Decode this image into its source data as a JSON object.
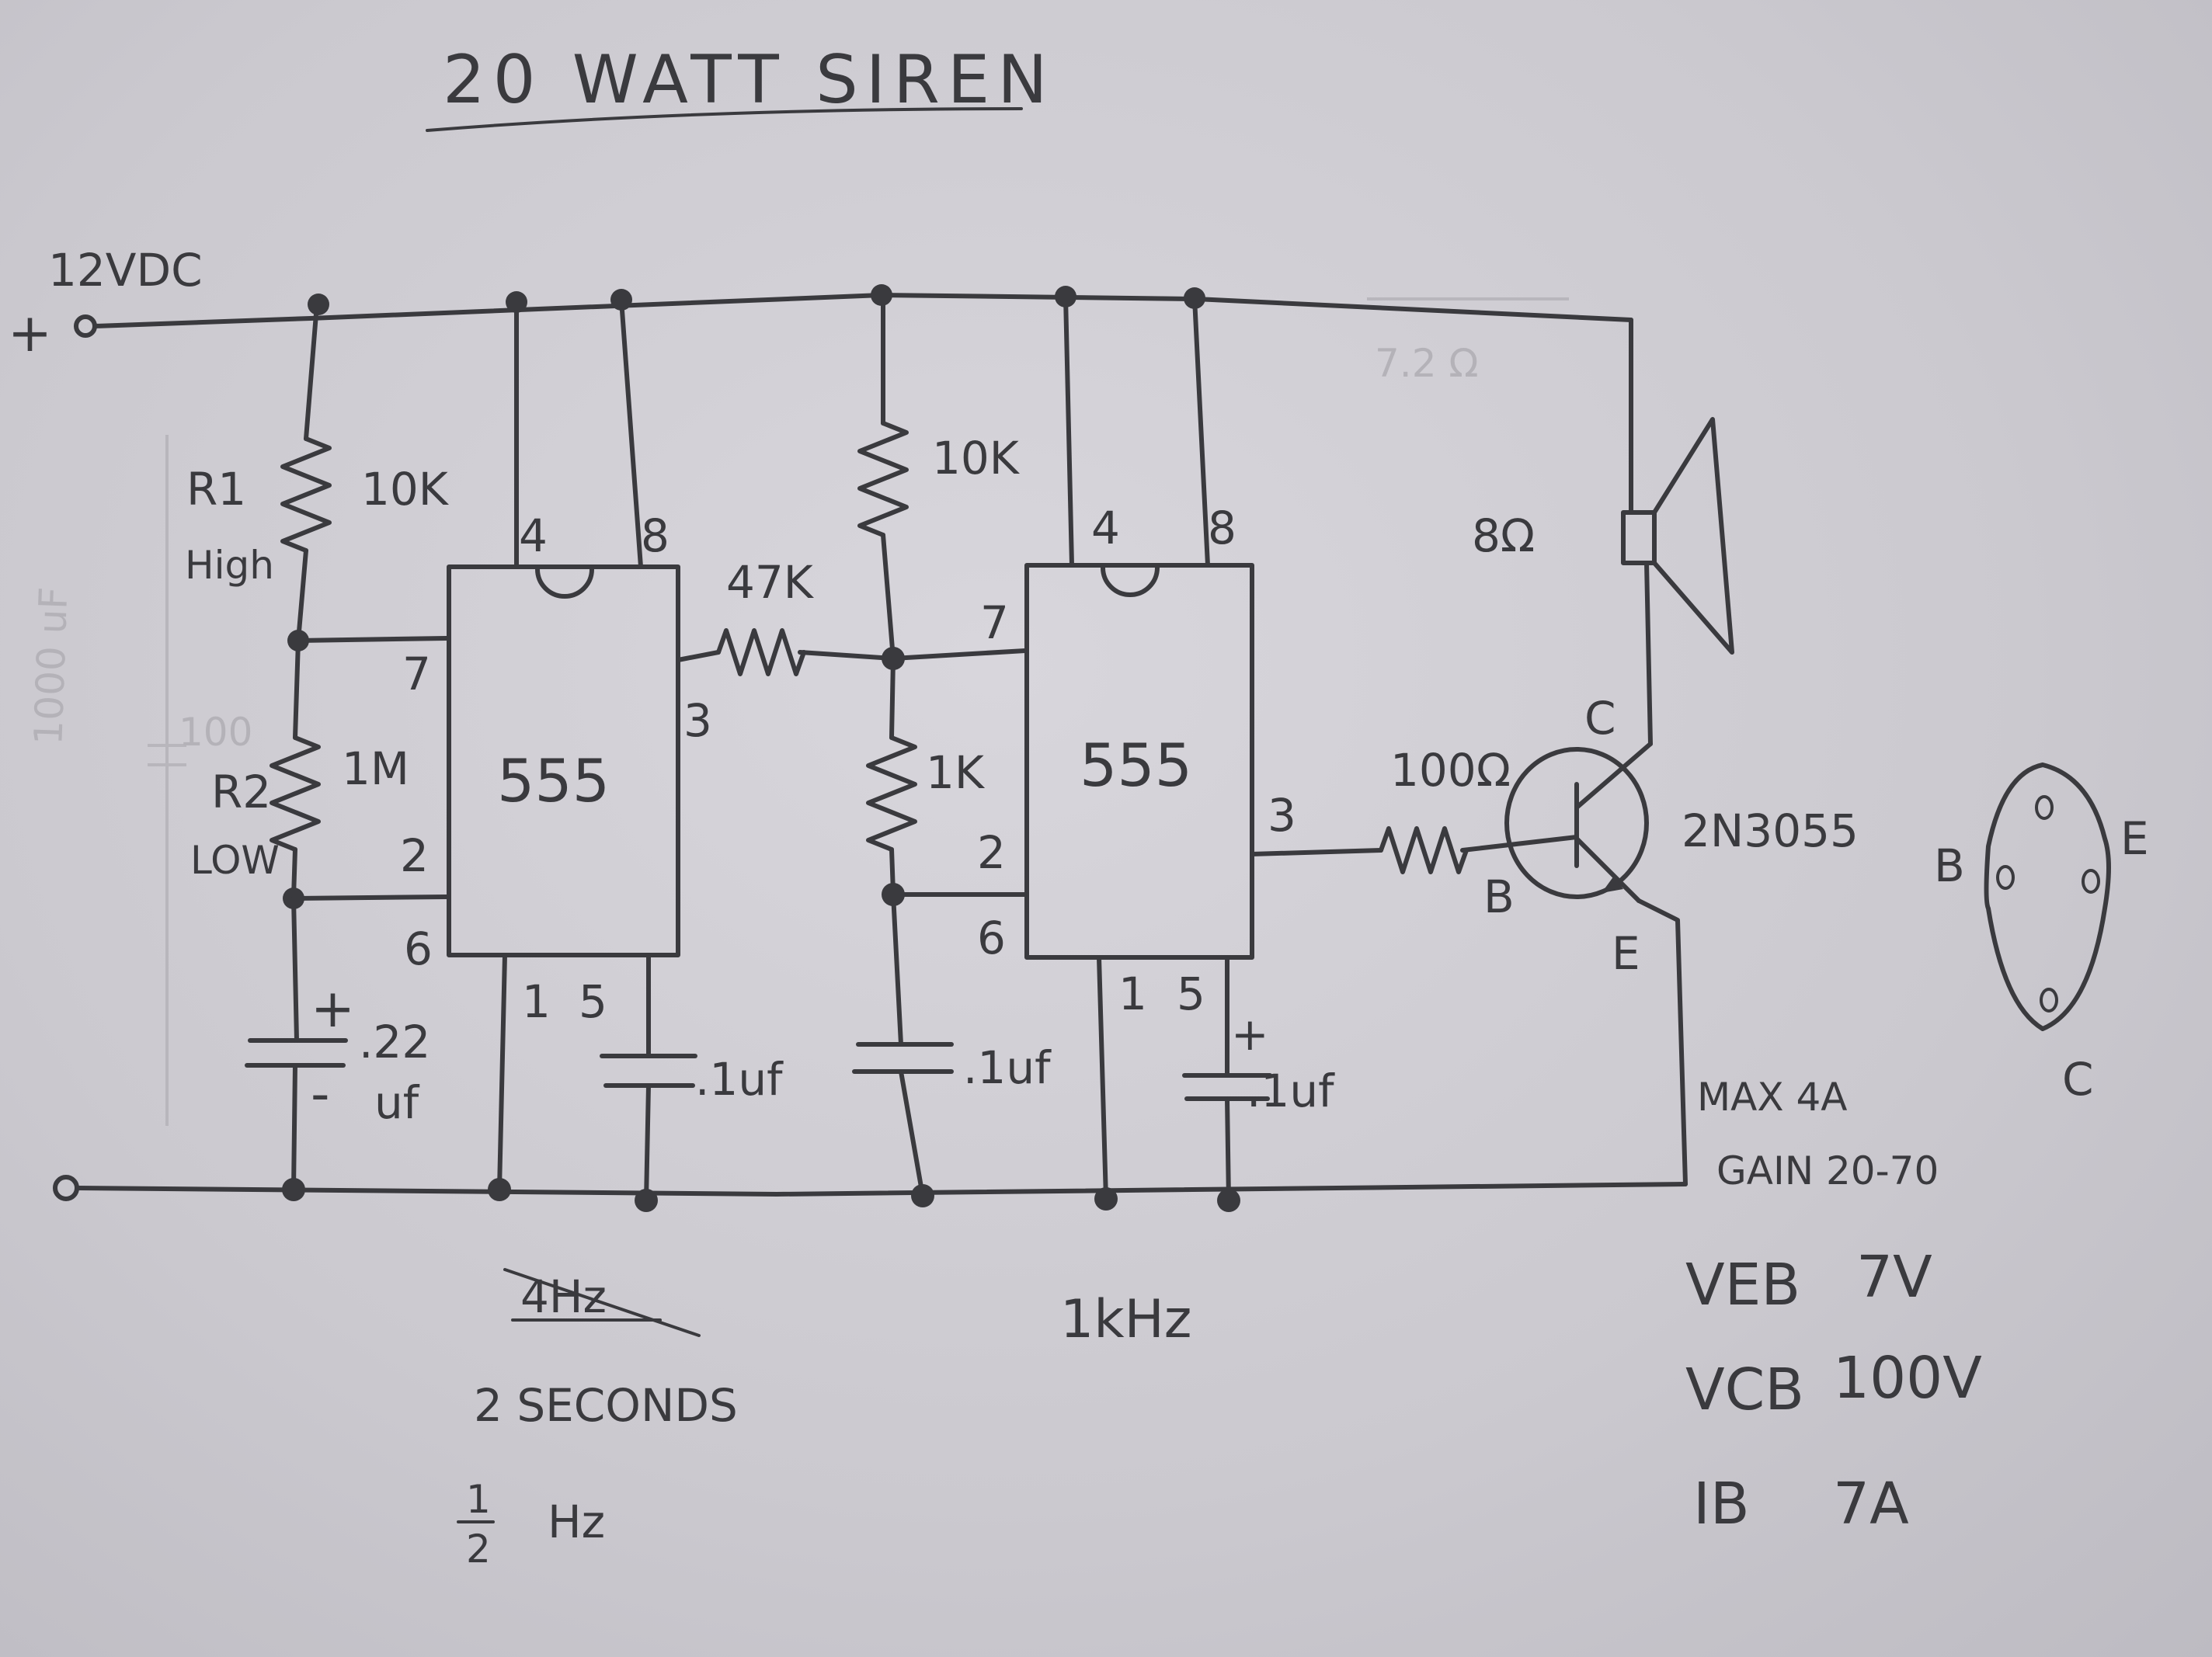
{
  "title": "20 WATT SIREN",
  "supply": {
    "voltage": "12VDC",
    "plus": "+"
  },
  "ghost_marks": {
    "speaker_note": "7.2 Ω",
    "cap_note": "1000 uF",
    "cap_note_b": "100"
  },
  "left_network": {
    "r1_label": "R1",
    "r1_value": "10K",
    "r1_note": "High",
    "r2_label": "R2",
    "r2_value": "1M",
    "r2_note": "LOW",
    "cap_plus": "+",
    "cap_value": ".22",
    "cap_minus": "-",
    "cap_unit": "uf"
  },
  "ic1": {
    "name": "555",
    "pin_4": "4",
    "pin_8": "8",
    "pin_7": "7",
    "pin_3": "3",
    "pin_2": "2",
    "pin_6": "6",
    "pin_1": "1",
    "pin_5": "5",
    "cap5_value": ".1uf",
    "freq_struck": "4Hz",
    "period": "2 SECONDS",
    "freq_num": "1",
    "freq_den": "2",
    "freq_unit": "Hz"
  },
  "coupling_resistor": "47K",
  "mid_network": {
    "r_top_value": "10K",
    "r_bottom_value": "1K",
    "cap_value": ".1uf"
  },
  "ic2": {
    "name": "555",
    "pin_4": "4",
    "pin_8": "8",
    "pin_7": "7",
    "pin_3": "3",
    "pin_2": "2",
    "pin_6": "6",
    "pin_1": "1",
    "pin_5": "5",
    "cap5_plus": "+",
    "cap5_value": ".1uf",
    "freq": "1kHz"
  },
  "output": {
    "base_resistor": "100Ω",
    "transistor": "2N3055",
    "pin_c": "C",
    "pin_b": "B",
    "pin_e": "E",
    "speaker": "8Ω",
    "max_current": "MAX 4A",
    "gain": "GAIN 20-70"
  },
  "package": {
    "pin_b": "B",
    "pin_e": "E",
    "pin_c": "C"
  },
  "specs": [
    {
      "name": "VEB",
      "value": "7V"
    },
    {
      "name": "VCB",
      "value": "100V"
    },
    {
      "name": "IB",
      "value": "7A"
    }
  ]
}
